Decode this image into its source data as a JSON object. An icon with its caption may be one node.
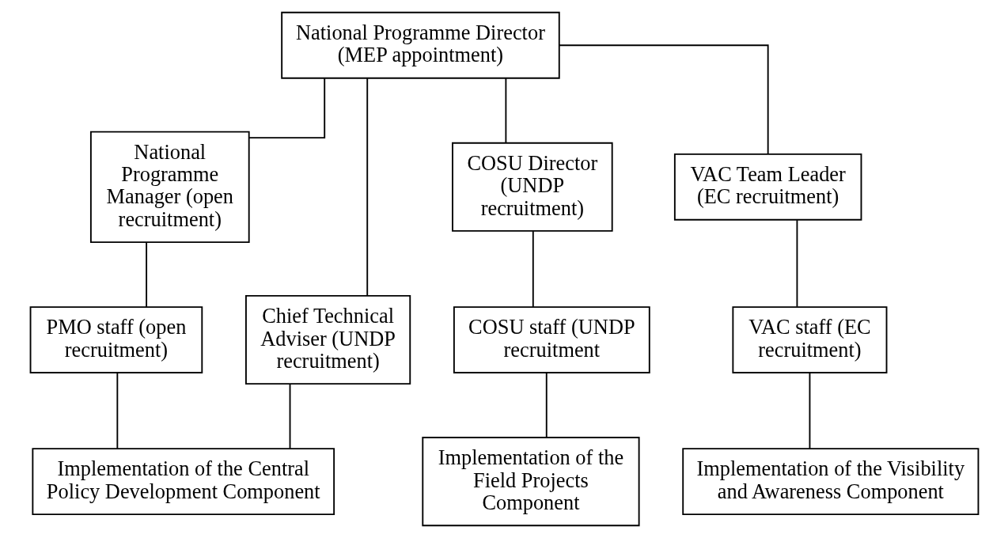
{
  "diagram": {
    "nodes": [
      {
        "text": [
          "National Programme Director (MEP appointment)"
        ]
      },
      {
        "text": [
          "National Programme Manager (open recruitment)"
        ]
      },
      {
        "text": [
          "Chief Technical Adviser (UNDP recruitment)"
        ]
      },
      {
        "text": [
          "COSU Director (UNDP recruitment)"
        ]
      },
      {
        "text": [
          "VAC Team Leader (EC recruitment)"
        ]
      },
      {
        "text": [
          "PMO staff (open recruitment)"
        ]
      },
      {
        "text": [
          "COSU staff (UNDP recruitment"
        ]
      },
      {
        "text": [
          "VAC staff (EC recruitment)"
        ]
      },
      {
        "text": [
          "Implementation of the Central Policy Development Component"
        ]
      },
      {
        "text": [
          "Implementation of the Field Projects Component"
        ]
      },
      {
        "text": [
          "Implementation of the Visibility and Awareness Component"
        ]
      }
    ],
    "edges": [
      {
        "from": 0,
        "to": 1,
        "arrow": "none"
      },
      {
        "from": 0,
        "to": 2,
        "arrow": "none"
      },
      {
        "from": 0,
        "to": 3,
        "arrow": "none"
      },
      {
        "from": 0,
        "to": 4,
        "arrow": "none"
      },
      {
        "from": 1,
        "to": 5,
        "arrow": "none"
      },
      {
        "from": 3,
        "to": 6,
        "arrow": "none"
      },
      {
        "from": 4,
        "to": 7,
        "arrow": "none"
      },
      {
        "from": 5,
        "to": 8,
        "arrow": "none"
      },
      {
        "from": 2,
        "to": 8,
        "arrow": "none"
      },
      {
        "from": 6,
        "to": 9,
        "arrow": "none"
      },
      {
        "from": 7,
        "to": 10,
        "arrow": "none"
      }
    ]
  }
}
